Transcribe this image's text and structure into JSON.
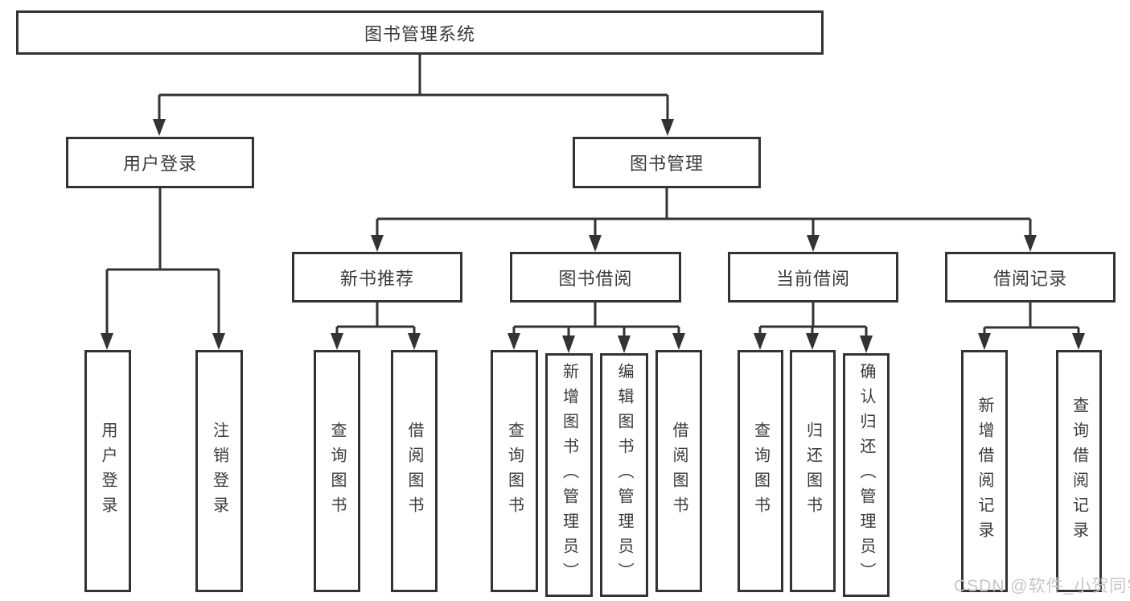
{
  "diagram_title": "图书管理系统",
  "tree": {
    "root": {
      "label": "图书管理系统"
    },
    "branches": [
      {
        "label": "用户登录",
        "children": [
          {
            "label": "用户登录"
          },
          {
            "label": "注销登录"
          }
        ]
      },
      {
        "label": "图书管理",
        "children": [
          {
            "label": "新书推荐",
            "children": [
              {
                "label": "查询图书"
              },
              {
                "label": "借阅图书"
              }
            ]
          },
          {
            "label": "图书借阅",
            "children": [
              {
                "label": "查询图书"
              },
              {
                "label": "新增图书（管理员）"
              },
              {
                "label": "编辑图书（管理员）"
              },
              {
                "label": "借阅图书"
              }
            ]
          },
          {
            "label": "当前借阅",
            "children": [
              {
                "label": "查询图书"
              },
              {
                "label": "归还图书"
              },
              {
                "label": "确认归还（管理员）"
              }
            ]
          },
          {
            "label": "借阅记录",
            "children": [
              {
                "label": "新增借阅记录"
              },
              {
                "label": "查询借阅记录"
              }
            ]
          }
        ]
      }
    ]
  },
  "colors": {
    "line": "#333333",
    "box_border": "#333333",
    "text": "#3a3a3a",
    "background": "#ffffff",
    "watermark": "#c6c6c6"
  },
  "watermark": {
    "text": "CSDN @软件_小贺同学"
  }
}
